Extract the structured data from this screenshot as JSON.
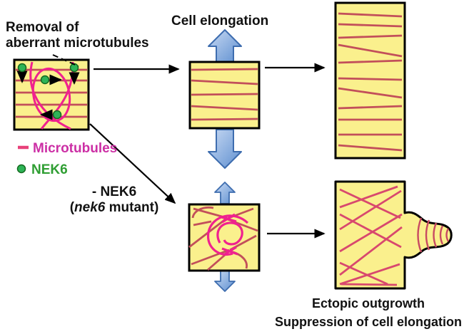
{
  "figure": {
    "description_note": "NEK6 microtubule cell-elongation schematic diagram"
  },
  "labels": {
    "removal_line1": "Removal of",
    "removal_line2": "aberrant microtubules",
    "cell_elongation": "Cell elongation",
    "mutant_line1": "- NEK6",
    "mutant_open": "(",
    "mutant_gene": "nek6",
    "mutant_rest": " mutant)",
    "ectopic": "Ectopic outgrowth",
    "suppression": "Suppression of cell elongation"
  },
  "legend": {
    "microtubules": "Microtubules",
    "nek6": "NEK6"
  },
  "colors": {
    "cell_fill": "#faf08d",
    "cell_border": "#000000",
    "microtubule_red": "#c24f5a",
    "microtubule_pink": "#d8486e",
    "microtubule_magenta": "#f0218f",
    "nek6_dot_fill": "#2eb457",
    "nek6_dot_border": "#14691f",
    "legend_magenta_text": "#cc2fa5",
    "legend_green_text": "#2f9e33",
    "arrow_blue_light": "#c9daf3",
    "arrow_blue_dark": "#5e8fd0",
    "arrow_blue_border": "#3e6daf",
    "black_arrow": "#000000"
  }
}
